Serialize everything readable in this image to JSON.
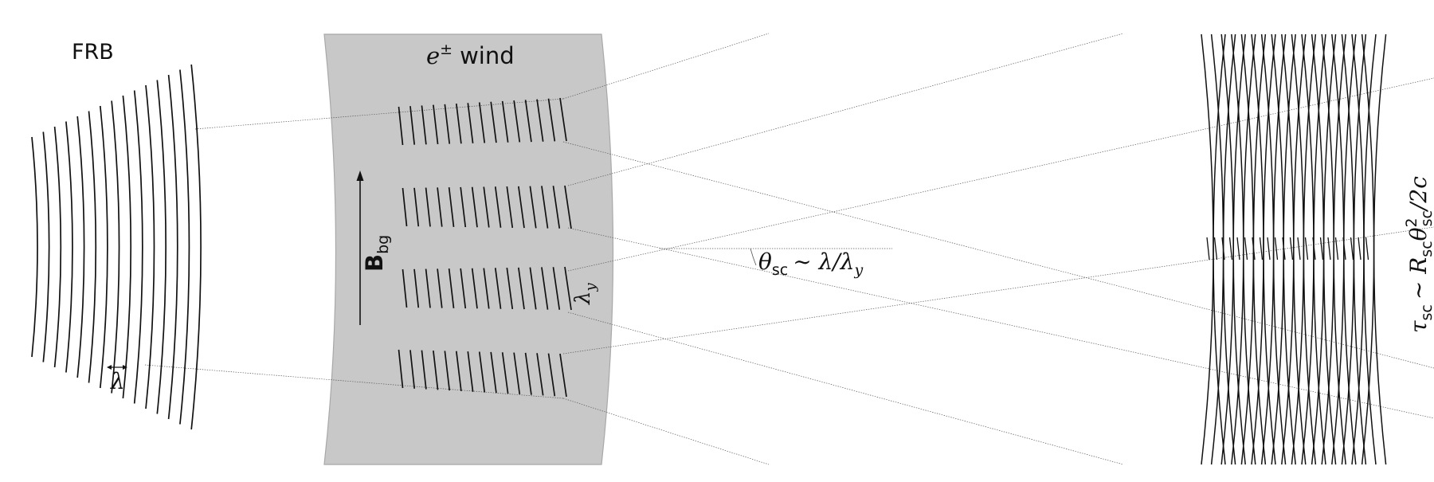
{
  "labels": {
    "frb": "FRB",
    "wind_e": "e",
    "wind_pm": "±",
    "wind_word": "wind",
    "lambda": "λ",
    "b_main": "B",
    "b_sub": "bg",
    "lambda_y_main": "λ",
    "lambda_y_sub": "y",
    "theta_sym": "θ",
    "theta_sub": "sc",
    "theta_rel": "∼ λ/λ",
    "theta_rel_sub": "y",
    "tau_sym": "τ",
    "tau_sub": "sc",
    "tau_rel": "∼ R",
    "tau_rsub": "sc",
    "tau_theta": "θ",
    "tau_tsup": "2",
    "tau_tsub": "sc",
    "tau_tail": "/2c"
  },
  "colors": {
    "wind_fill": "#c8c8c8",
    "wind_edge": "#a8a8a8",
    "line": "#111111",
    "ray": "#555555"
  }
}
